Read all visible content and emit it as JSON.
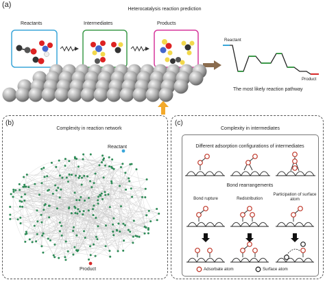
{
  "panel_a": {
    "letter": "(a)",
    "title": "Heterocatalysis reaction prediction",
    "reactants_label": "Reactants",
    "intermediates_label": "Intermediates",
    "products_label": "Products",
    "profile_start_label": "Reactant",
    "profile_end_label": "Product",
    "profile_caption": "The most likely reaction pathway",
    "colors": {
      "reactants_box": "#3aa6d9",
      "intermediates_box": "#3d9a4a",
      "products_box": "#d6379b",
      "arrow_up": "#f3a92b",
      "arrow_right": "#8a6c4e"
    }
  },
  "panel_b": {
    "letter": "(b)",
    "title": "Complexity in reaction network",
    "reactant_label": "Reactant",
    "product_label": "Product",
    "colors": {
      "node": "#2e8b57",
      "reactant_node": "#3aa6d9",
      "product_node": "#d62828"
    }
  },
  "panel_c": {
    "letter": "(c)",
    "title": "Complexity in intermediates",
    "adsorption_title": "Different adsorption configurations of intermediates",
    "bond_title": "Bond rearrangements",
    "col1_label": "Bond rupture",
    "col2_label": "Redistribution",
    "col3_label": "Participation of surface atom",
    "legend_adsorbate": "Adsorbate atom",
    "legend_surface": "Surface atom",
    "colors": {
      "adsorbate": "#c0392b"
    }
  }
}
